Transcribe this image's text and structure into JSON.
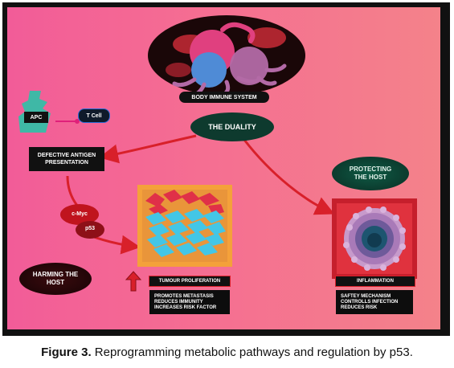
{
  "diagram": {
    "top": "BODY IMMUNE SYSTEM",
    "center": "THE DUALITY",
    "apc": "APC",
    "tcell": "T Cell",
    "defective": "DEFECTIVE ANTIGEN PRESENTATION",
    "cmyc": "c-Myc",
    "p53": "p53",
    "harming": "HARMING THE HOST",
    "protecting": "PROTECTING THE HOST",
    "tumour_label": "TUMOUR PROLIFERATION",
    "tumour_bullets": [
      "PROMOTES METASTASIS",
      "REDUCES IMMUNITY",
      "INCREASES RISK FACTOR"
    ],
    "inflammation_label": "INFLAMMATION",
    "inflammation_bullets": [
      "SAFTEY MECHANISM",
      "CONTROLLS INFECTION",
      "REDUCES RISK"
    ]
  },
  "caption": {
    "label": "Figure 3.",
    "text": " Reprogramming metabolic pathways and regulation by p53."
  },
  "colors": {
    "background_left": "#f25c98",
    "background_right": "#f4828a",
    "arrow": "#d8202a",
    "protecting_text": "#e6f5ee",
    "harming_text": "#ffffff"
  }
}
